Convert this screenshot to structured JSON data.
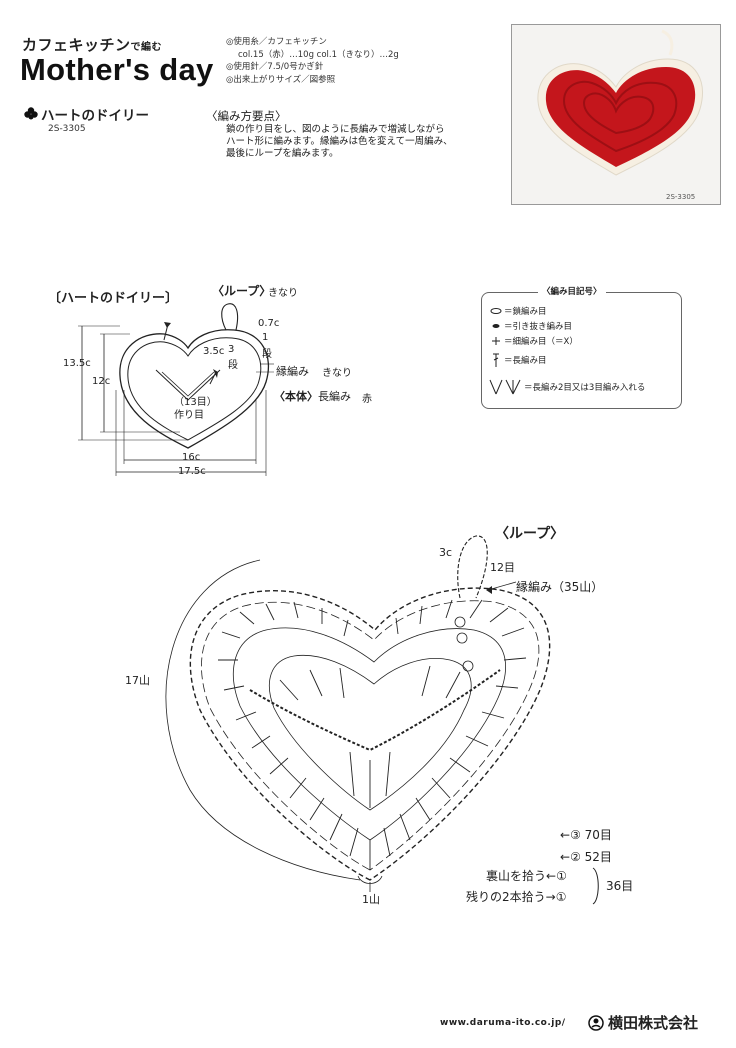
{
  "header": {
    "brand_part1": "カフェキッチン",
    "brand_part2": "で編む",
    "title": "Mother's day",
    "subtitle": "ハートのドイリー",
    "code": "2S-3305"
  },
  "materials": [
    "◎使用糸／カフェキッチン",
    "col.15（赤）…10g col.1（きなり）…2g",
    "◎使用針／7.5/0号かぎ針",
    "◎出来上がりサイズ／図参照"
  ],
  "howto": {
    "title": "〈編み方要点〉",
    "lines": [
      "鎖の作り目をし、図のように長編みで増減しながら",
      "ハート形に編みます。縁編みは色を変えて一周編み、",
      "最後にループを編みます。"
    ]
  },
  "photo": {
    "code": "2S-3305"
  },
  "diagram1": {
    "title": "〔ハートのドイリー〕",
    "loop_label": "〈ループ〉",
    "loop_color": "きなり",
    "edge_size": "0.7c",
    "edge_rows_num": "1",
    "edge_rows_unit": "段",
    "inner_size": "3.5c",
    "inner_rows_num": "3",
    "inner_rows_unit": "段",
    "edge_label": "縁編み",
    "edge_color": "きなり",
    "body_label": "〈本体〉",
    "body_stitch": "長編み",
    "body_color": "赤",
    "foundation_count": "（13目）",
    "foundation_label": "作り目",
    "height_outer": "13.5c",
    "height_inner": "12c",
    "width_inner": "16c",
    "width_outer": "17.5c"
  },
  "legend": {
    "title": "〈編み目記号〉",
    "items": [
      "＝鎖編み目",
      "＝引き抜き編み目",
      "＝細編み目（＝X）",
      "＝長編み目",
      "＝長編み2目又は3目編み入れる"
    ]
  },
  "chart": {
    "loop_label": "〈ループ〉",
    "loop_size": "3c",
    "loop_count": "12目",
    "edge_label": "縁編み（35山）",
    "left_count": "17山",
    "bottom_count": "1山",
    "rounds": [
      {
        "marker": "③",
        "count": "70目"
      },
      {
        "marker": "②",
        "count": "52目"
      }
    ],
    "round1_back": "裏山を拾う",
    "round1_rest": "残りの2本拾う",
    "round1_marker": "①",
    "round1_count": "36目"
  },
  "footer": {
    "url": "www.daruma-ito.co.jp/",
    "company": "横田株式会社"
  },
  "colors": {
    "heart_red": "#c4161c",
    "edge_cream": "#f6efe2",
    "ink": "#222222"
  }
}
